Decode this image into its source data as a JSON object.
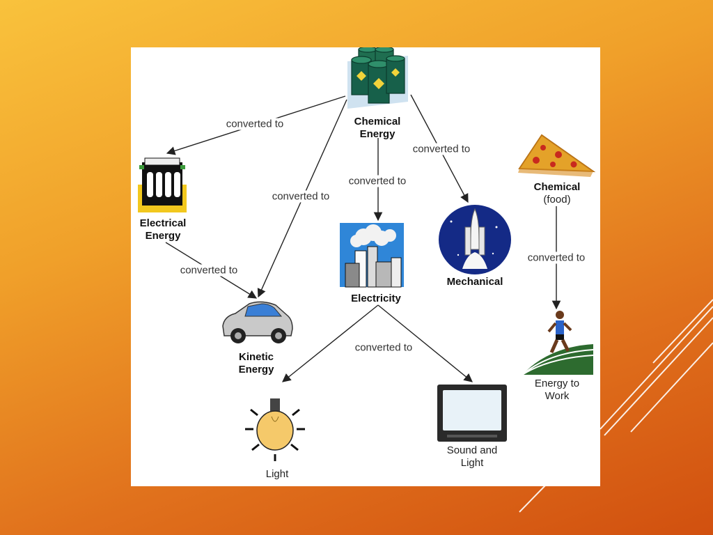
{
  "colors": {
    "background_top": "#f9c23c",
    "background_bottom": "#d1500f",
    "panel": "#ffffff",
    "arrow": "#222222"
  },
  "nodes": {
    "chemical_energy": {
      "lines": [
        "Chemical",
        "Energy"
      ],
      "icon": "oil-barrels-icon"
    },
    "electrical_energy": {
      "lines": [
        "Electrical",
        "Energy"
      ],
      "icon": "battery-icon"
    },
    "electricity": {
      "lines": [
        "Electricity"
      ],
      "icon": "power-plant-icon"
    },
    "mechanical": {
      "lines": [
        "Mechanical"
      ],
      "icon": "space-shuttle-icon"
    },
    "chemical_food": {
      "lines": [
        "Chemical",
        "(food)"
      ],
      "icon": "pizza-icon"
    },
    "kinetic_energy": {
      "lines": [
        "Kinetic",
        "Energy"
      ],
      "icon": "car-icon"
    },
    "light": {
      "lines": [
        "Light"
      ],
      "icon": "light-bulb-icon"
    },
    "sound_and_light": {
      "lines": [
        "Sound and",
        "Light"
      ],
      "icon": "television-icon"
    },
    "energy_to_work": {
      "lines": [
        "Energy to",
        "Work"
      ],
      "icon": "runner-icon"
    }
  },
  "edges": [
    {
      "from": "chemical_energy",
      "to": "electrical_energy",
      "label": "converted to"
    },
    {
      "from": "chemical_energy",
      "to": "kinetic_energy",
      "label": "converted to"
    },
    {
      "from": "chemical_energy",
      "to": "electricity",
      "label": "converted to"
    },
    {
      "from": "chemical_energy",
      "to": "mechanical",
      "label": "converted to"
    },
    {
      "from": "electrical_energy",
      "to": "kinetic_energy",
      "label": "converted to"
    },
    {
      "from": "chemical_food",
      "to": "energy_to_work",
      "label": "converted to"
    },
    {
      "from": "electricity",
      "to": "sound_and_light",
      "label": "converted to"
    },
    {
      "from": "electricity",
      "to": "light",
      "label": ""
    }
  ]
}
